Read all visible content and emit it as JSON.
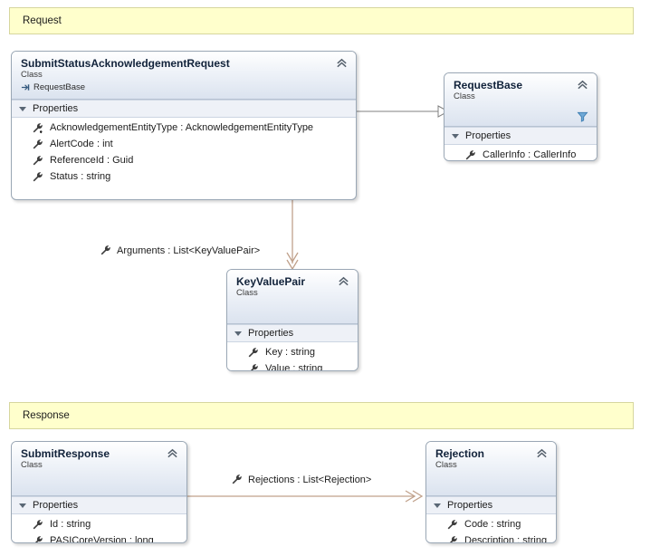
{
  "diagram": {
    "type": "uml-class-diagram",
    "banners": [
      {
        "name": "request-banner",
        "label": "Request"
      },
      {
        "name": "response-banner",
        "label": "Response"
      }
    ],
    "classes": [
      {
        "id": "submit-status-acknowledgement-request",
        "name": "SubmitStatusAcknowledgementRequest",
        "stereotype": "Class",
        "base": "RequestBase",
        "section": "Properties",
        "collapse_icon": "chevron-up-icon",
        "has_filter_icon": false,
        "members": [
          {
            "label": "AcknowledgementEntityType : AcknowledgementEntityType",
            "icon": "property-wrench-icon"
          },
          {
            "label": "AlertCode : int",
            "icon": "property-wrench-icon"
          },
          {
            "label": "ReferenceId : Guid",
            "icon": "property-wrench-icon"
          },
          {
            "label": "Status : string",
            "icon": "property-wrench-icon"
          }
        ]
      },
      {
        "id": "request-base",
        "name": "RequestBase",
        "stereotype": "Class",
        "base": "",
        "section": "Properties",
        "collapse_icon": "chevron-up-icon",
        "has_filter_icon": true,
        "members": [
          {
            "label": "CallerInfo : CallerInfo",
            "icon": "property-wrench-icon"
          }
        ]
      },
      {
        "id": "key-value-pair",
        "name": "KeyValuePair",
        "stereotype": "Class",
        "base": "",
        "section": "Properties",
        "collapse_icon": "chevron-up-icon",
        "has_filter_icon": false,
        "members": [
          {
            "label": "Key : string",
            "icon": "property-wrench-icon"
          },
          {
            "label": "Value : string",
            "icon": "property-wrench-icon"
          }
        ]
      },
      {
        "id": "submit-response",
        "name": "SubmitResponse",
        "stereotype": "Class",
        "base": "",
        "section": "Properties",
        "collapse_icon": "chevron-up-icon",
        "has_filter_icon": false,
        "members": [
          {
            "label": "Id : string",
            "icon": "property-wrench-icon"
          },
          {
            "label": "PASICoreVersion : long",
            "icon": "property-wrench-icon"
          }
        ]
      },
      {
        "id": "rejection",
        "name": "Rejection",
        "stereotype": "Class",
        "base": "",
        "section": "Properties",
        "collapse_icon": "chevron-up-icon",
        "has_filter_icon": false,
        "members": [
          {
            "label": "Code : string",
            "icon": "property-wrench-icon"
          },
          {
            "label": "Description : string",
            "icon": "property-wrench-icon"
          }
        ]
      }
    ],
    "connectors": [
      {
        "id": "inheritance",
        "kind": "inheritance",
        "from": "SubmitStatusAcknowledgementRequest",
        "to": "RequestBase",
        "label": ""
      },
      {
        "id": "arguments-assoc",
        "kind": "association",
        "from": "SubmitStatusAcknowledgementRequest",
        "to": "KeyValuePair",
        "label": "Arguments : List<KeyValuePair>",
        "icon": "property-wrench-icon"
      },
      {
        "id": "rejections-assoc",
        "kind": "association",
        "from": "SubmitResponse",
        "to": "Rejection",
        "label": "Rejections : List<Rejection>",
        "icon": "property-wrench-icon"
      }
    ]
  },
  "colors": {
    "banner_fill": "#ffffcc",
    "banner_border": "#d6d69e",
    "class_border": "#9aa7b5",
    "header_gradient_end": "#dbe3ef",
    "section_band": "#eef1f7",
    "inheritance_line": "#808080",
    "association_line": "#c0a18b",
    "filter_icon": "#4a90c4"
  }
}
